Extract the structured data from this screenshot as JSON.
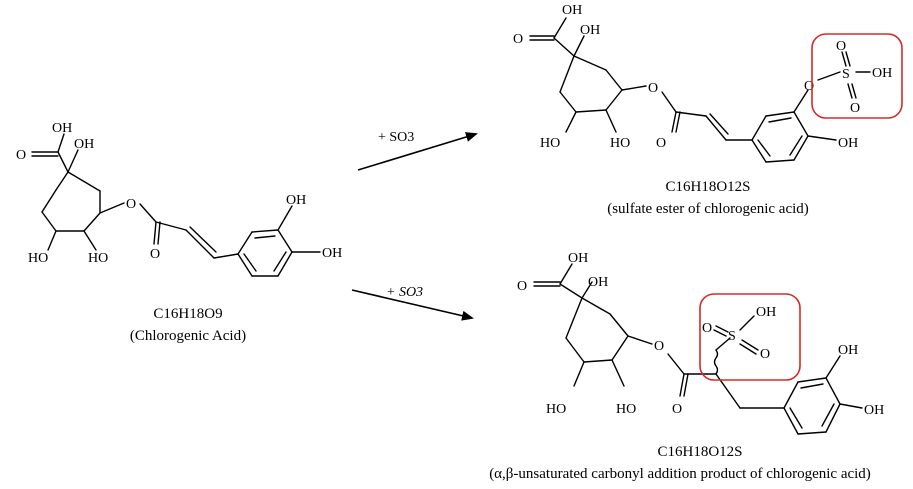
{
  "reactant": {
    "formula": "C16H18O9",
    "name": "(Chlorogenic Acid)"
  },
  "arrows": {
    "top_reagent": "+ SO3",
    "bottom_reagent": "+ SO3"
  },
  "product_top": {
    "formula": "C16H18O12S",
    "name": "(sulfate ester of chlorogenic acid)"
  },
  "product_bottom": {
    "formula": "C16H18O12S",
    "name": "(α,β-unsaturated carbonyl addition product of chlorogenic acid)"
  },
  "atoms": {
    "OH": "OH",
    "HO": "HO",
    "O": "O",
    "S": "S"
  },
  "colors": {
    "highlight": "#d62a2a",
    "ink": "#000000"
  }
}
